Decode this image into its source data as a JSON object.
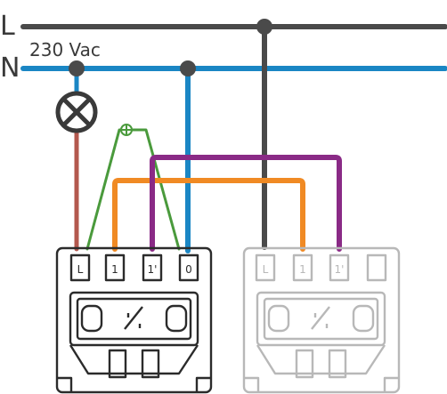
{
  "lines": {
    "line_label": "L",
    "neutral_label": "N",
    "voltage_label": "230 Vac"
  },
  "colors": {
    "line": "#4a4a4a",
    "neutral": "#1a86c4",
    "lamp_wire": "#b3584e",
    "earth_wire": "#4a9a3c",
    "traveler_1": "#f08a24",
    "traveler_2": "#8a2a86",
    "switch_1": "#2b2b2b",
    "switch_2": "#b8b8b8"
  },
  "switch_1": {
    "terminals": [
      "L",
      "1",
      "1'",
      "0"
    ]
  },
  "switch_2": {
    "terminals": [
      "L",
      "1",
      "1'",
      ""
    ]
  }
}
